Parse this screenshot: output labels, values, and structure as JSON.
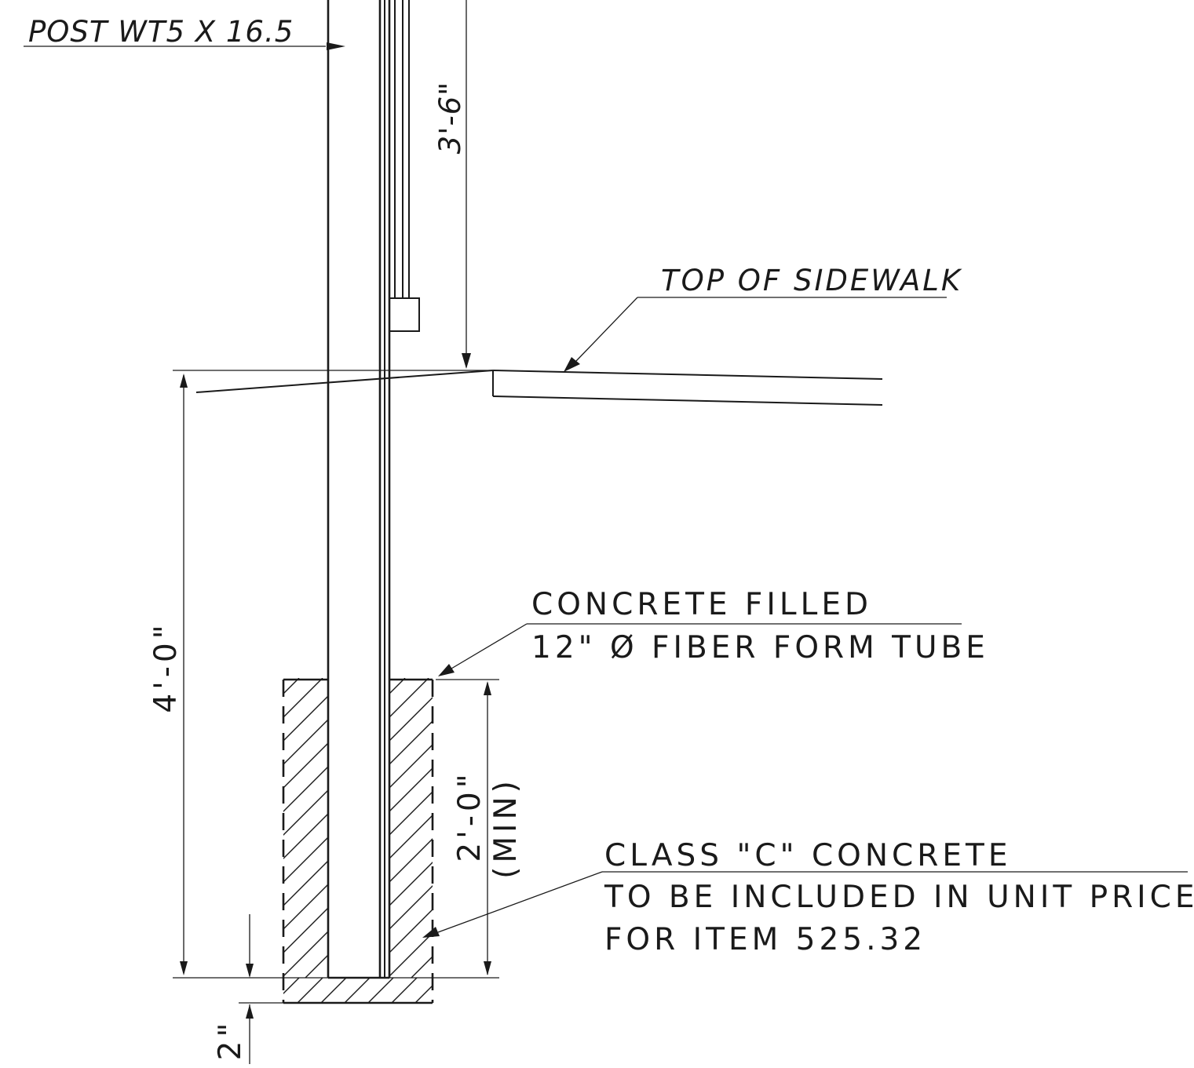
{
  "labels": {
    "post": "POST WT5 X 16.5",
    "rail_height": "3'-6\"",
    "sidewalk": "TOP OF SIDEWALK",
    "embed_depth": "4'-0\"",
    "form_tube_line1": "CONCRETE FILLED",
    "form_tube_line2": "12\" Ø FIBER FORM TUBE",
    "footing_depth": "2'-0\"",
    "footing_min": "(MIN)",
    "concrete_line1": "CLASS \"C\" CONCRETE",
    "concrete_line2": "TO BE INCLUDED IN UNIT PRICE",
    "concrete_line3": "FOR ITEM 525.32",
    "bottom_cover": "2\""
  },
  "colors": {
    "line": "#1a1a1a",
    "background": "#ffffff"
  }
}
